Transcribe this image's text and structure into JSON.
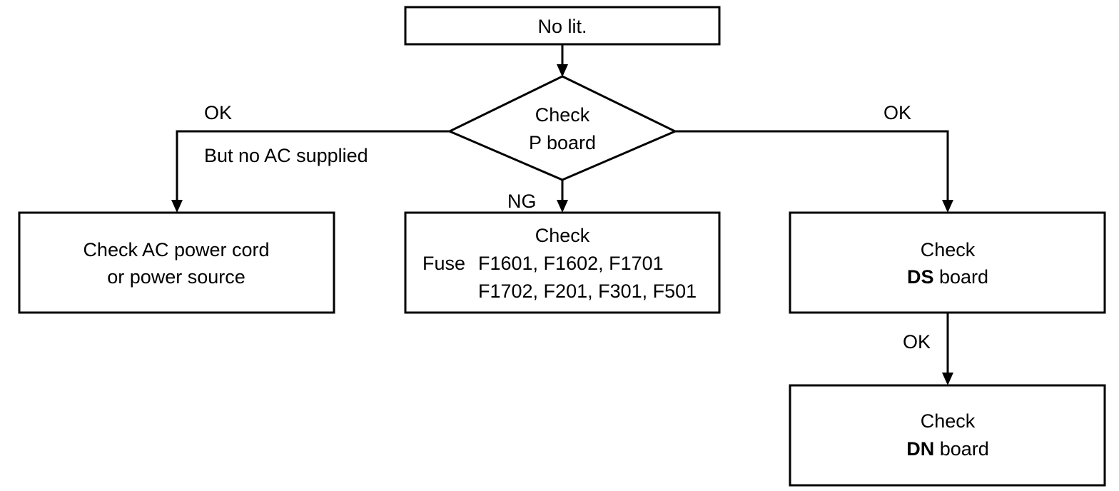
{
  "nodes": {
    "start": {
      "text": "No lit."
    },
    "decision": {
      "line1": "Check",
      "line2": "P board"
    },
    "ac_check": {
      "line1": "Check AC power cord",
      "line2": "or power source"
    },
    "fuse_check": {
      "title": "Check",
      "fuse_label": "Fuse",
      "fuse_line1": "F1601, F1602, F1701",
      "fuse_line2": "F1702, F201, F301, F501"
    },
    "ds_check": {
      "line1": "Check",
      "bold": "DS",
      "rest": " board"
    },
    "dn_check": {
      "line1": "Check",
      "bold": "DN",
      "rest": " board"
    }
  },
  "edges": {
    "left_ok": "OK",
    "left_note": "But no AC supplied",
    "middle_ng": "NG",
    "right_ok": "OK",
    "ds_to_dn_ok": "OK"
  }
}
